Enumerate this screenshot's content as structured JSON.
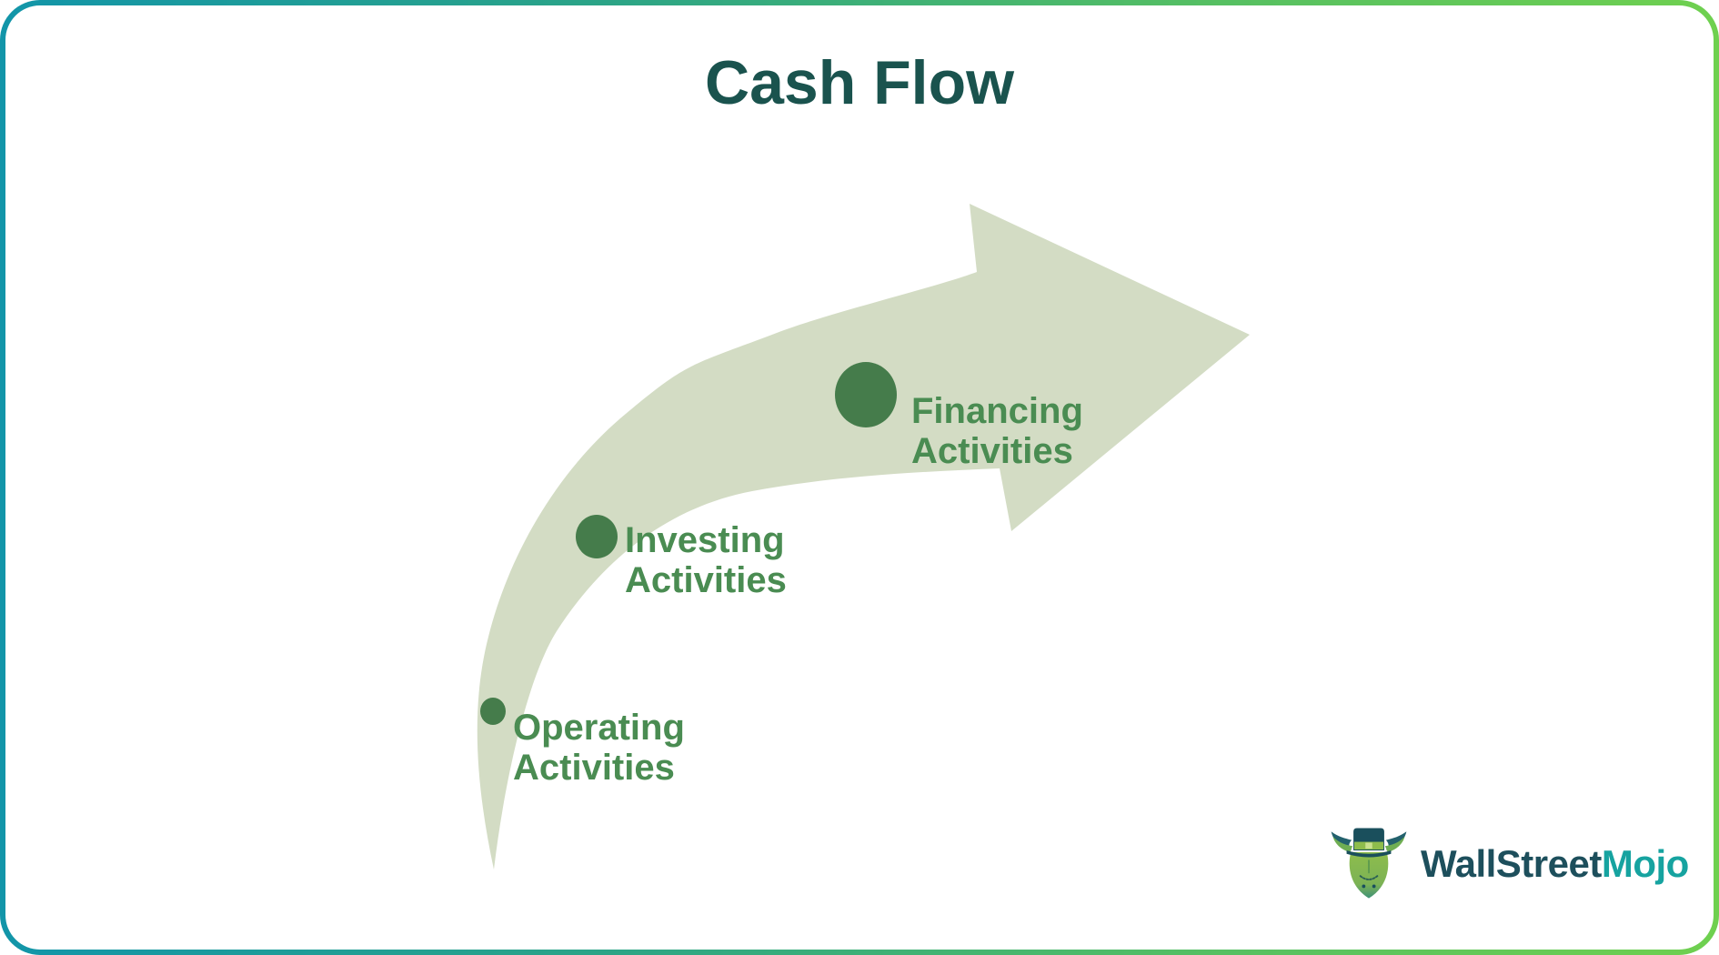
{
  "page": {
    "title": "Cash Flow"
  },
  "theme": {
    "background": "#ffffff",
    "border_gradient_left": "#1295a9",
    "border_gradient_right": "#6fd04f",
    "title_color": "#1a534e",
    "arrow_fill": "#d3dcc4",
    "dot_color": "#457c4b",
    "label_color": "#4a8c52",
    "logo_primary_color": "#1d4f5c",
    "logo_accent_color": "#16a3a0"
  },
  "diagram": {
    "type": "curved-arrow-progression",
    "direction": "bottom-left to upper-right",
    "stages": [
      {
        "name": "operating",
        "line1": "Operating",
        "line2": "Activities",
        "dot_size": "small"
      },
      {
        "name": "investing",
        "line1": "Investing",
        "line2": "Activities",
        "dot_size": "medium"
      },
      {
        "name": "financing",
        "line1": "Financing",
        "line2": "Activities",
        "dot_size": "large"
      }
    ]
  },
  "branding": {
    "wordmark_primary": "WallStreet",
    "wordmark_accent": "Mojo",
    "mascot": "bull-with-top-hat"
  }
}
